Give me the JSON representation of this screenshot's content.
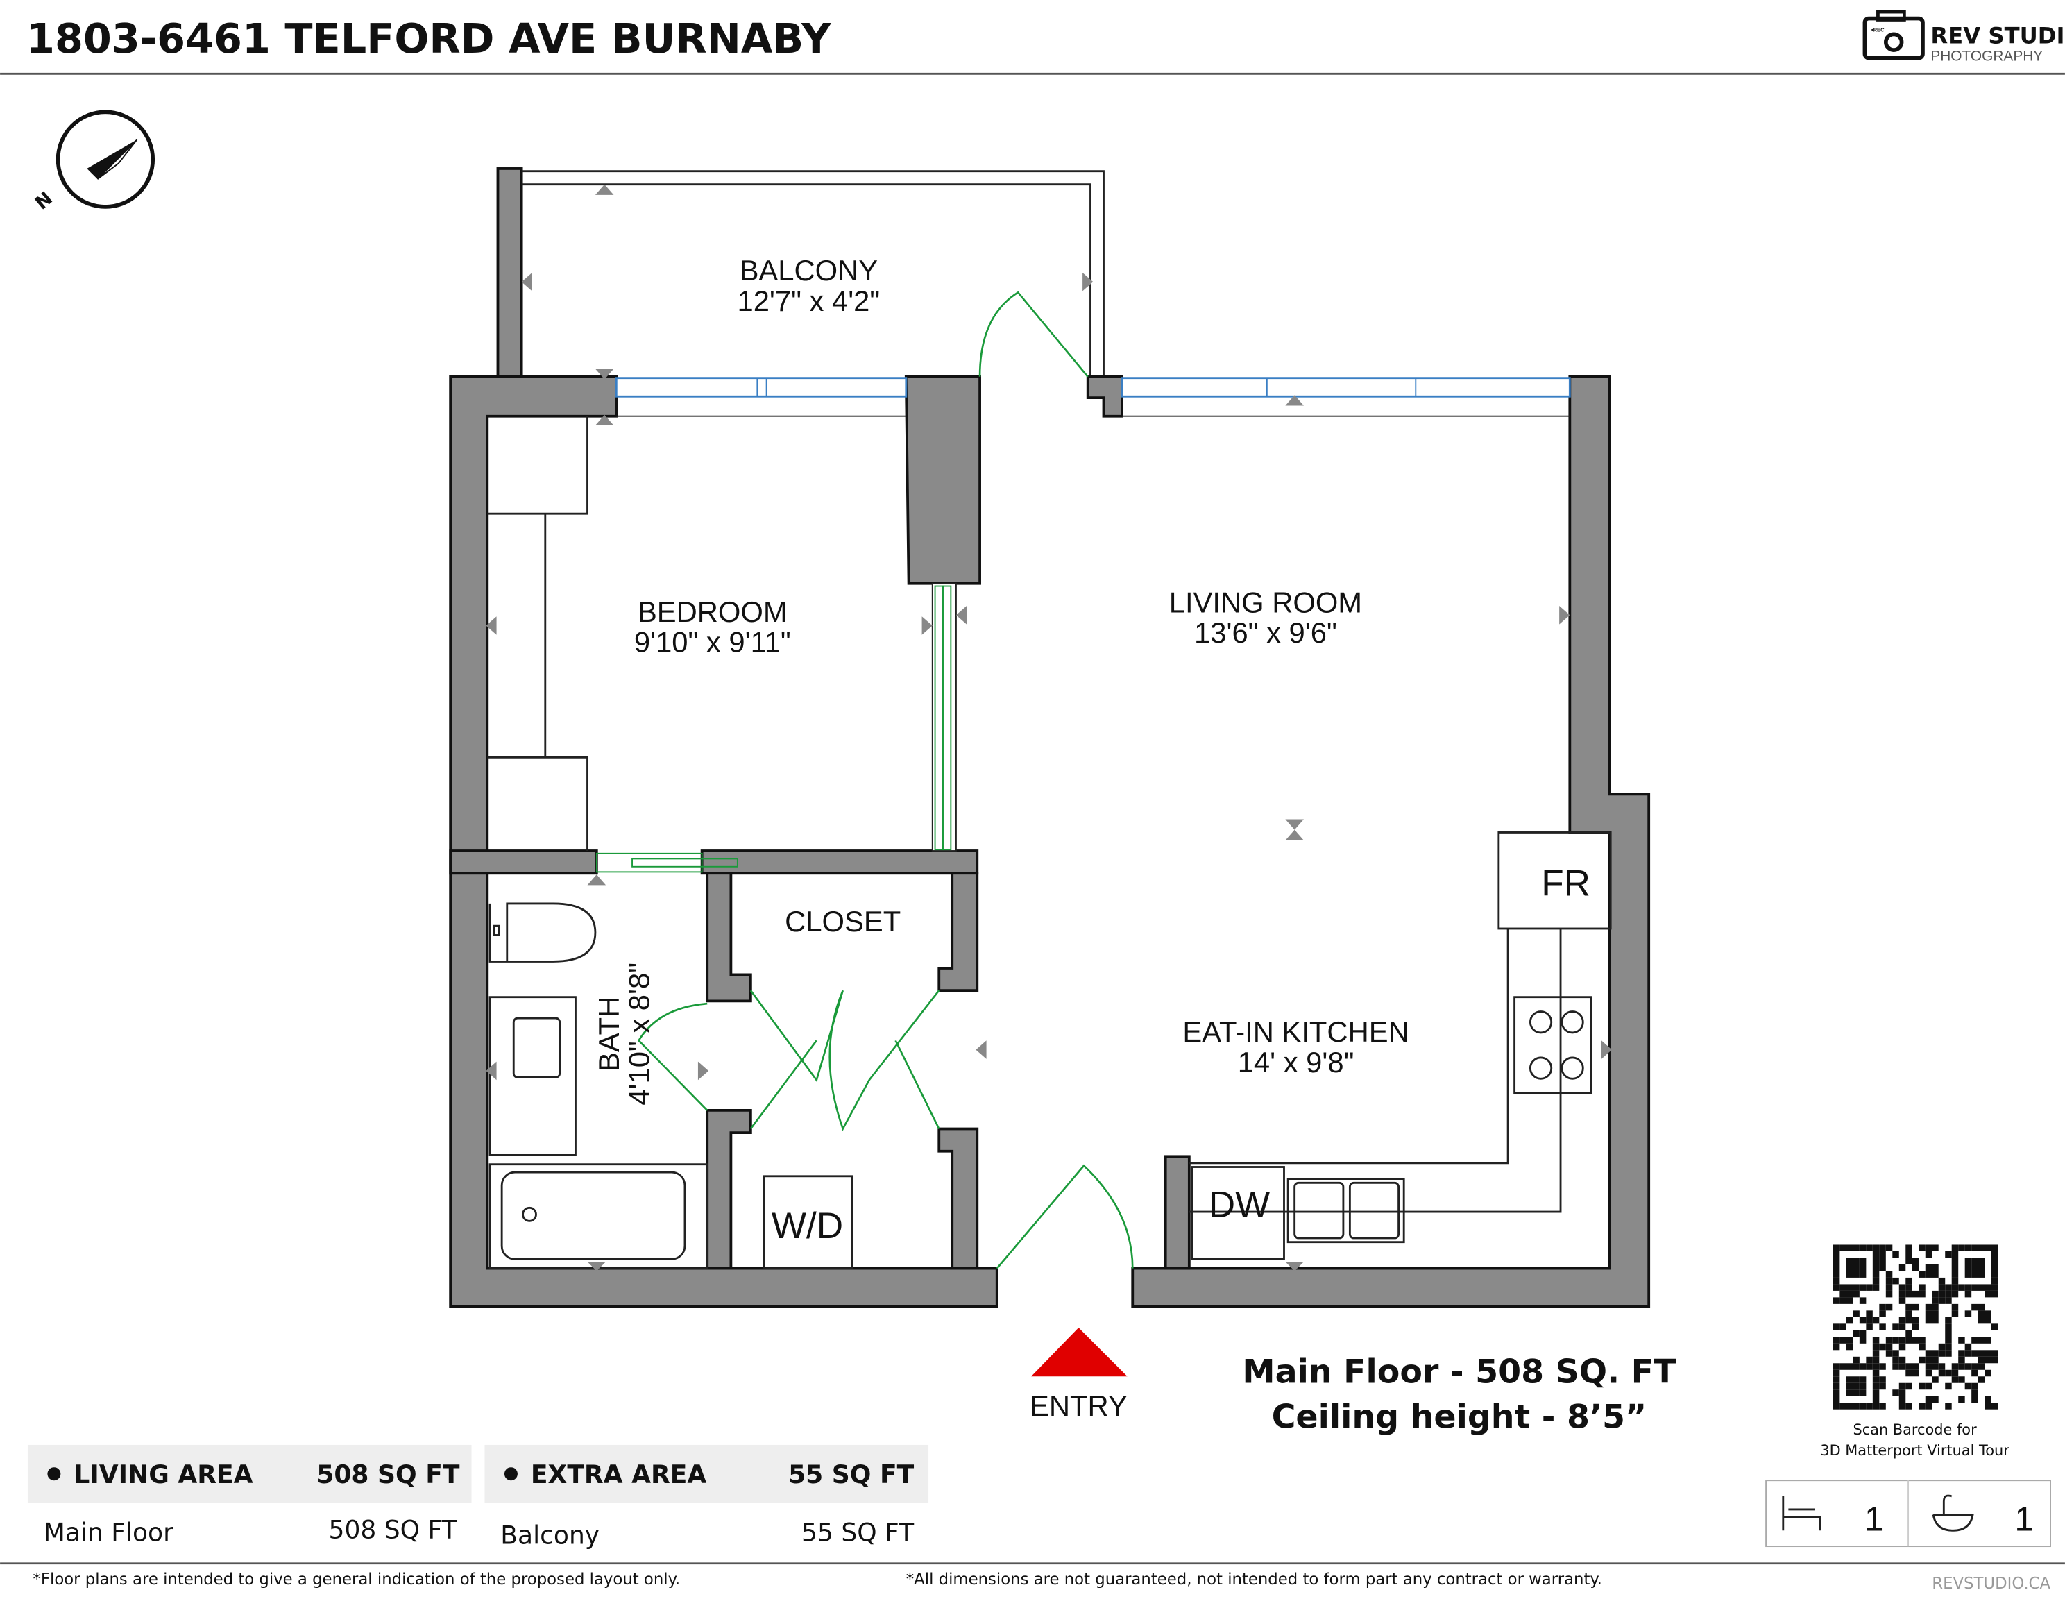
{
  "header": {
    "title": "1803-6461 TELFORD AVE BURNABY",
    "logo_main": "REV STUDIO",
    "logo_sub": "PHOTOGRAPHY",
    "logo_rec": "•REC"
  },
  "compass": {
    "label": "N"
  },
  "rooms": [
    {
      "name": "BALCONY",
      "dim": "12'7\" x 4'2\""
    },
    {
      "name": "BEDROOM",
      "dim": "9'10\" x 9'11\""
    },
    {
      "name": "LIVING ROOM",
      "dim": "13'6\" x 9'6\""
    },
    {
      "name": "CLOSET",
      "dim": ""
    },
    {
      "name": "BATH",
      "dim": "4'10\" x 8'8\""
    },
    {
      "name": "EAT-IN KITCHEN",
      "dim": "14' x 9'8\""
    }
  ],
  "fixtures": {
    "fridge": "FR",
    "washer_dryer": "W/D",
    "dishwasher": "DW"
  },
  "entry": {
    "label": "ENTRY",
    "color": "#e00000"
  },
  "summary": {
    "line1": "Main Floor - 508 SQ. FT",
    "line2": "Ceiling height - 8’5”"
  },
  "qr": {
    "caption1": "Scan Barcode for",
    "caption2": "3D Matterport Virtual Tour"
  },
  "areas": [
    {
      "title": "LIVING AREA",
      "total": "508 SQ FT",
      "rows": [
        {
          "label": "Main Floor",
          "value": "508 SQ FT"
        }
      ]
    },
    {
      "title": "EXTRA AREA",
      "total": "55 SQ FT",
      "rows": [
        {
          "label": "Balcony",
          "value": "55 SQ FT"
        }
      ]
    }
  ],
  "counts": {
    "bedrooms": "1",
    "bathrooms": "1"
  },
  "footer": {
    "note1": "*Floor plans are intended to give a general indication of the proposed layout only.",
    "note2": "*All dimensions are not guaranteed, not intended to form part any contract or warranty.",
    "site": "REVSTUDIO.CA"
  }
}
